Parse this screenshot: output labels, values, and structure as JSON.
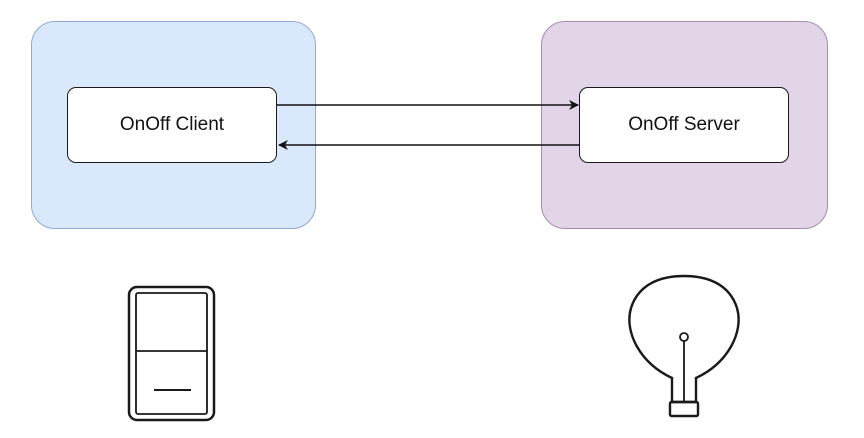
{
  "diagram": {
    "client": {
      "label": "OnOff Client",
      "region_fill": "#dae8fc",
      "device_icon": "light-switch-icon"
    },
    "server": {
      "label": "OnOff Server",
      "region_fill": "#e1d5e7",
      "device_icon": "light-bulb-icon"
    },
    "edges": [
      {
        "from": "OnOff Client",
        "to": "OnOff Server"
      },
      {
        "from": "OnOff Server",
        "to": "OnOff Client"
      }
    ]
  }
}
